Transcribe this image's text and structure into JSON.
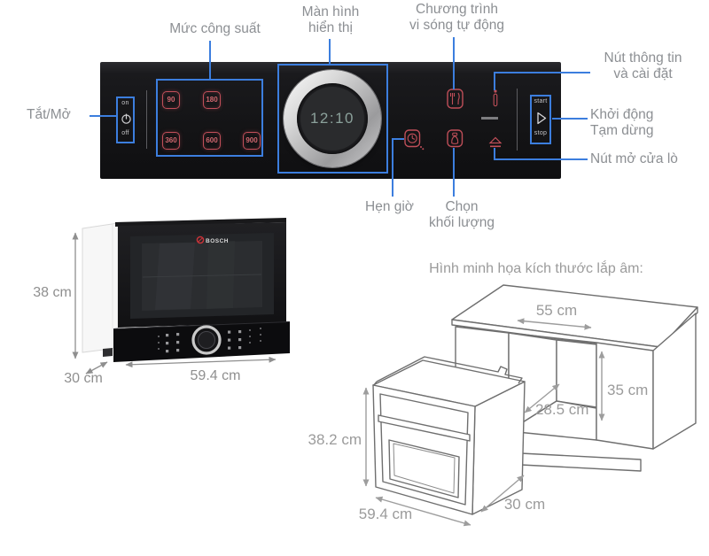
{
  "annotations": {
    "power_label": "Mức công suất",
    "display_label_1": "Màn hình",
    "display_label_2": "hiển thị",
    "auto_label_1": "Chương trình",
    "auto_label_2": "vi sóng tự động",
    "onoff_label": "Tắt/Mở",
    "info_label_1": "Nút thông tin",
    "info_label_2": "và cài đặt",
    "start_label_1": "Khởi động",
    "start_label_2": "Tạm dừng",
    "door_label": "Nút mở cửa lò",
    "timer_label": "Hẹn giờ",
    "weight_label_1": "Chọn",
    "weight_label_2": "khối lượng"
  },
  "panel": {
    "on": "on",
    "off": "off",
    "power_buttons": [
      "90",
      "180",
      "360",
      "600",
      "900"
    ],
    "display_time": "12:10",
    "start": "start",
    "stop": "stop"
  },
  "microwave": {
    "brand": "BOSCH",
    "height": "38 cm",
    "depth": "30 cm",
    "width": "59.4 cm"
  },
  "installation": {
    "title": "Hình minh họa kích thước lắp âm:",
    "top_width": "55 cm",
    "niche_height": "35 cm",
    "niche_depth": "28.5 cm",
    "oven_height": "38.2 cm",
    "oven_width": "59.4 cm",
    "oven_depth": "30 cm"
  },
  "colors": {
    "annotation_blue": "#3c7ede",
    "button_red": "#c04f59",
    "label_gray": "#8c8f93",
    "panel_black": "#141416"
  }
}
